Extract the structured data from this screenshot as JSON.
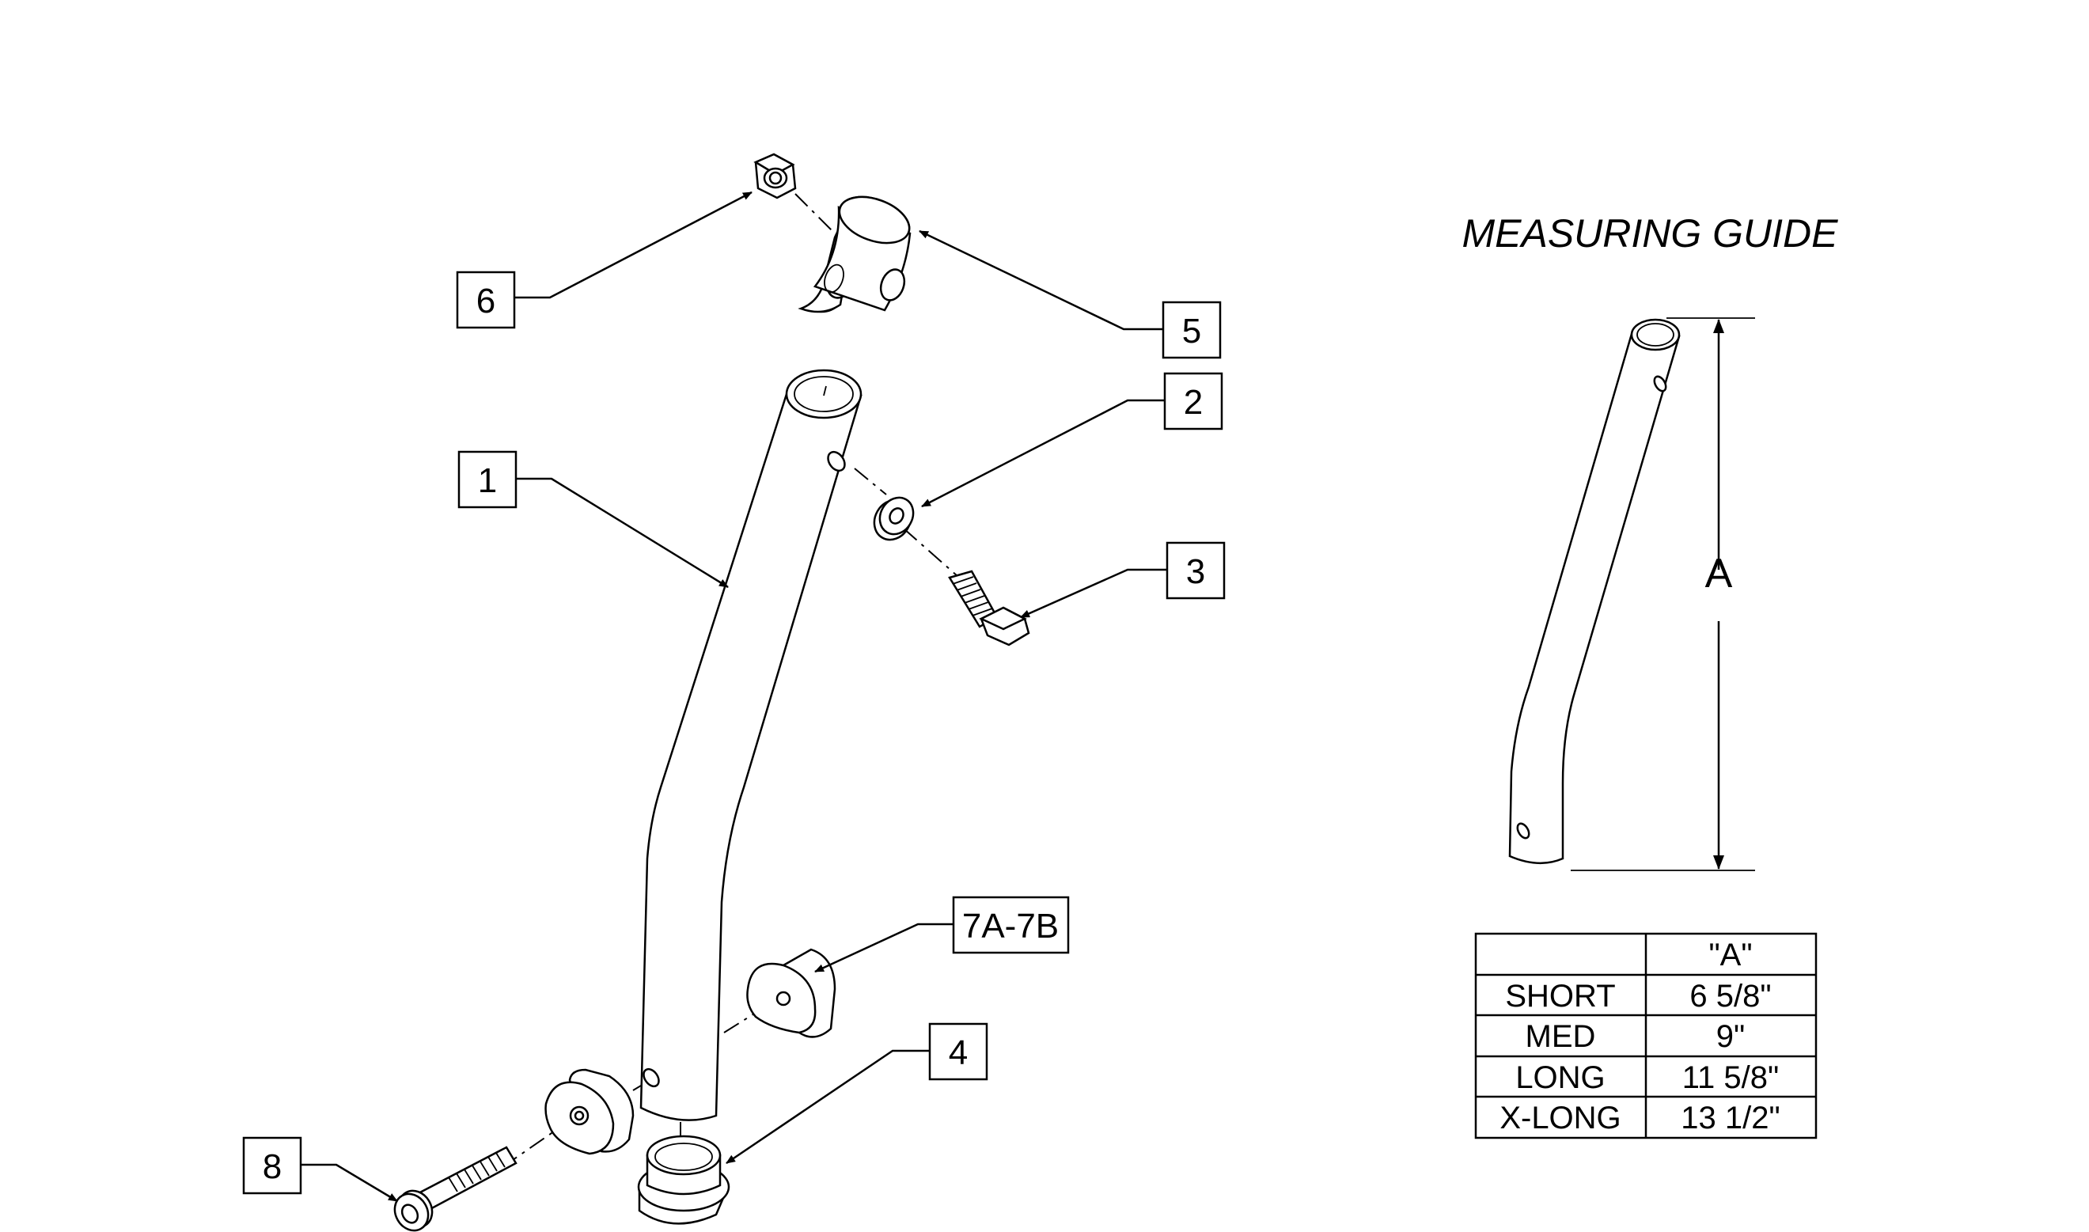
{
  "measuring_guide": {
    "title": "MEASURING GUIDE",
    "dimension_label": "A",
    "table": {
      "header": [
        "",
        "\"A\""
      ],
      "rows": [
        [
          "SHORT",
          "6 5/8\""
        ],
        [
          "MED",
          "9\""
        ],
        [
          "LONG",
          "11 5/8\""
        ],
        [
          "X-LONG",
          "13 1/2\""
        ]
      ]
    }
  },
  "callouts": [
    "6",
    "5",
    "2",
    "1",
    "3",
    "7A-7B",
    "4",
    "8"
  ]
}
